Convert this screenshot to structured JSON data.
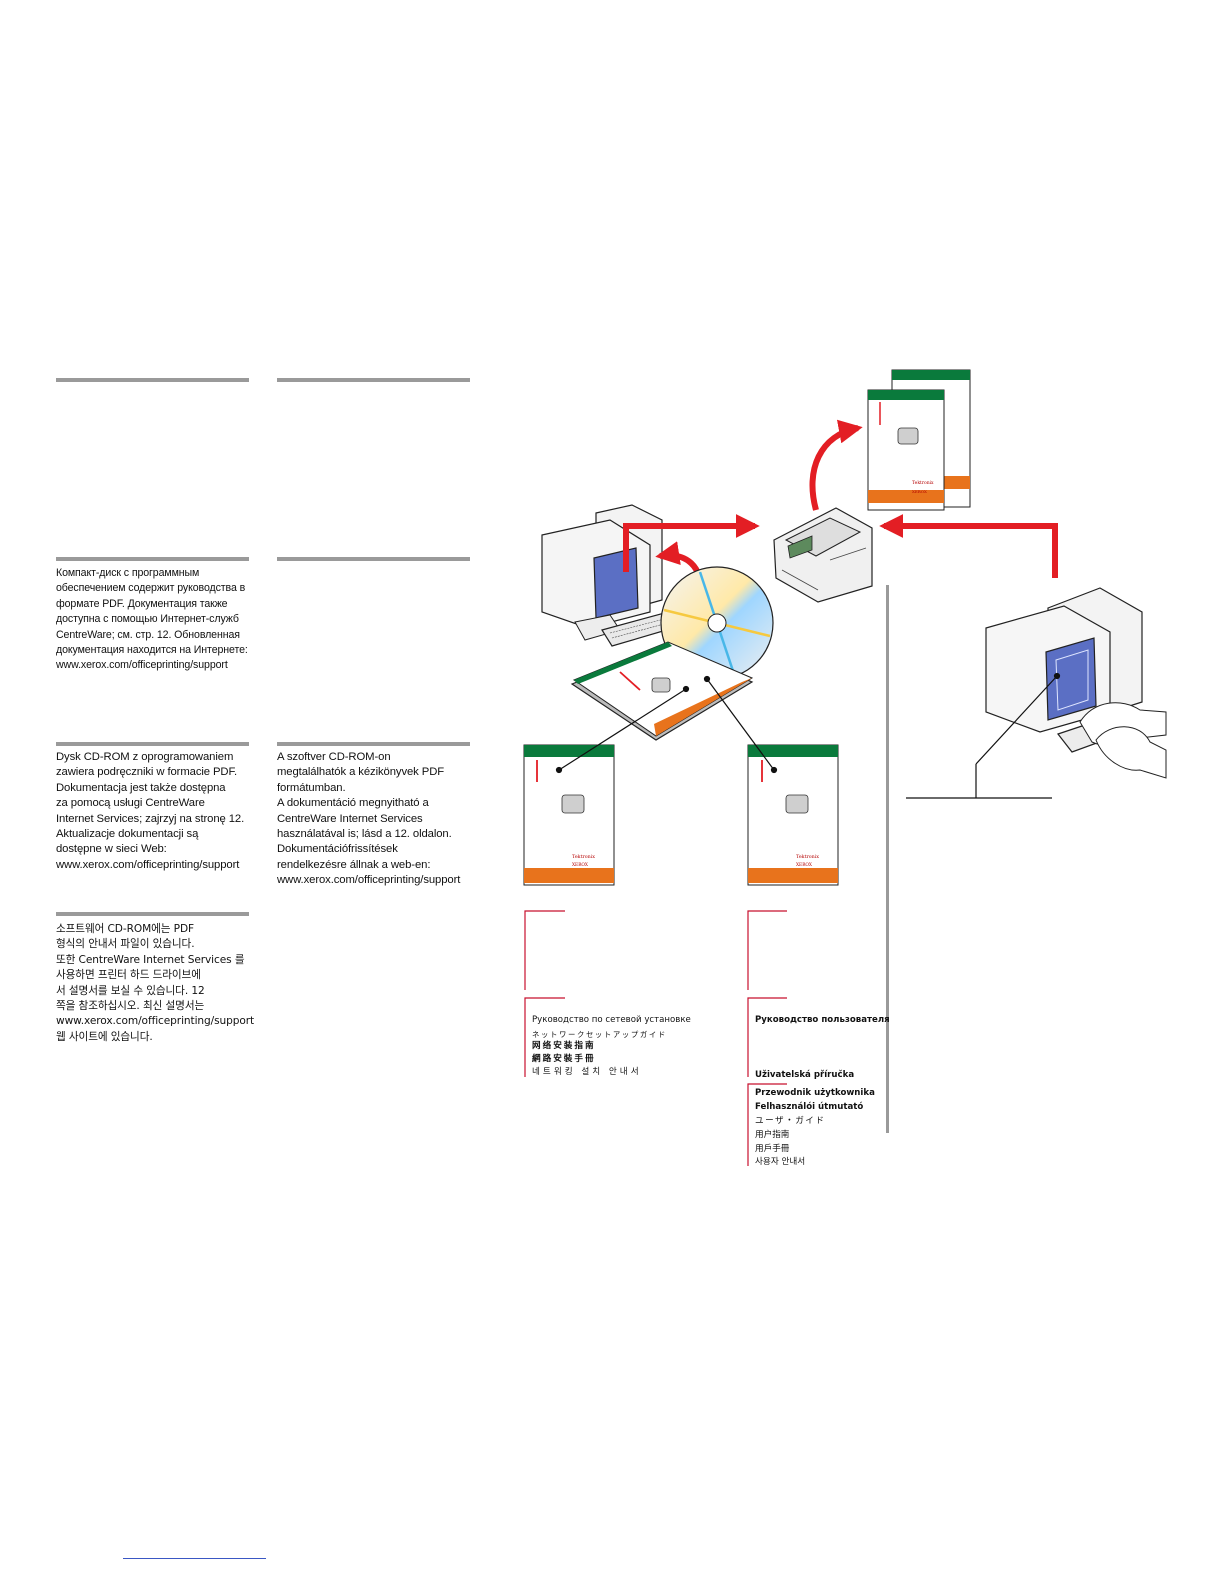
{
  "columns": {
    "ru_text": "Компакт-диск с программным\nобеспечением содержит руководства в\nформате PDF. Документация также\nдоступна с помощью Интернет-служб\nCentreWare; см. стр. 12. Обновленная\nдокументация находится на Интернете:\nwww.xerox.com/officeprinting/support",
    "pl_text": "Dysk CD-ROM z oprogramowaniem\nzawiera podręczniki w formacie PDF.\nDokumentacja jest także dostępna\nza pomocą usługi CentreWare\nInternet Services; zajrzyj na stronę 12.\nAktualizacje dokumentacji są\ndostępne w sieci Web:\nwww.xerox.com/officeprinting/support",
    "hu_text": "A szoftver CD-ROM-on\nmegtalálhatók a kézikönyvek PDF\nformátumban.\nA dokumentáció megnyitható a\nCentreWare Internet Services\nhasználatával is; lásd a 12. oldalon.\nDokumentációfrissítések\nrendelkezésre állnak a web-en:\nwww.xerox.com/officeprinting/support",
    "ko_text": "소프트웨어 CD-ROM에는 PDF\n형식의 안내서 파일이 있습니다.\n또한 CentreWare Internet Services 를\n사용하면 프린터 하드 드라이브에\n서 설명서를 보실 수 있습니다. 12\n쪽을 참조하십시오. 최신 설명서는\nwww.xerox.com/officeprinting/support\n웹 사이트에 있습니다."
  },
  "network_guide_labels": {
    "ru": "Руководство по сетевой установке",
    "ja": "ネットワークセットアップガイド",
    "zh_cn": "网络安装指南",
    "zh_tw": "網路安裝手冊",
    "ko": "네트워킹 설치 안내서"
  },
  "user_guide_labels": {
    "ru": "Руководство пользователя",
    "cs": "Uživatelská příručka",
    "pl": "Przewodnik użytkownika",
    "hu": "Felhasználói útmutató",
    "ja": "ユーザ・ガイド",
    "zh_cn": "用户指南",
    "zh_tw": "用戶手冊",
    "ko": "사용자 안내서"
  },
  "manual_cover": {
    "brand_text": "Tektronix",
    "logo_text": "XEROX"
  },
  "colors": {
    "rule": "#9a9a9a",
    "accent_red": "#e31e24",
    "cover_green": "#0a7a3c",
    "cover_orange": "#e8731c",
    "screen_blue": "#5b6fc4",
    "leader_red": "#c8102e",
    "footer_line": "#3a57c4"
  },
  "icons": [
    "computer-icon",
    "printer-icon",
    "cd-rom-icon",
    "manual-icon",
    "workstation-icon",
    "arrow-icon"
  ]
}
